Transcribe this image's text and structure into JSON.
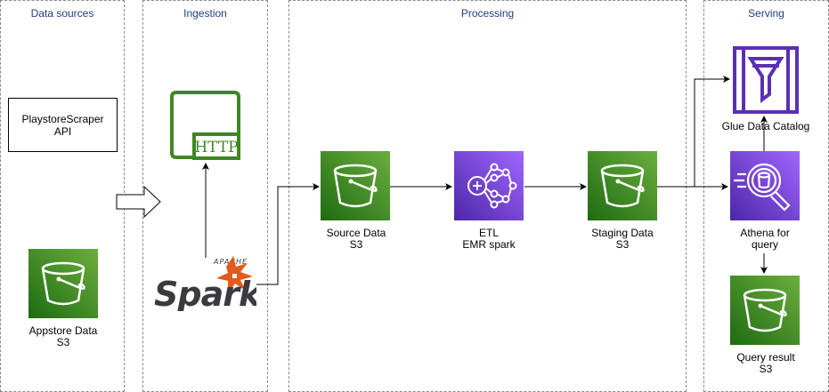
{
  "lanes": {
    "data_sources": "Data sources",
    "ingestion": "Ingestion",
    "processing": "Processing",
    "serving": "Serving"
  },
  "nodes": {
    "api": {
      "line1": "PlaystoreScraper",
      "line2": "API"
    },
    "appstore": {
      "line1": "Appstore Data",
      "line2": "S3"
    },
    "http": {
      "label": "HTTP"
    },
    "spark": {
      "label": "Spark",
      "sub": "APACHE"
    },
    "source": {
      "line1": "Source Data",
      "line2": "S3"
    },
    "etl": {
      "line1": "ETL",
      "line2": "EMR spark"
    },
    "staging": {
      "line1": "Staging Data",
      "line2": "S3"
    },
    "glue": {
      "line1": "Glue Data Catalog"
    },
    "athena": {
      "line1": "Athena for",
      "line2": "query"
    },
    "result": {
      "line1": "Query result",
      "line2": "S3"
    }
  },
  "colors": {
    "s3_green_light": "#60a337",
    "s3_green_dark": "#277116",
    "analytics_purple_light": "#945df2",
    "analytics_purple_dark": "#5a30b5",
    "http_green": "#3f8624",
    "spark_orange": "#e25a1c",
    "spark_gray": "#3c3a3e",
    "lane_title_blue": "#1f3f7a"
  },
  "icons": {
    "appstore": "s3-bucket-icon",
    "http": "http-endpoint-icon",
    "spark": "apache-spark-logo",
    "source": "s3-bucket-icon",
    "etl": "emr-cluster-icon",
    "staging": "s3-bucket-icon",
    "glue": "glue-data-catalog-icon",
    "athena": "athena-query-icon",
    "result": "s3-bucket-icon"
  }
}
